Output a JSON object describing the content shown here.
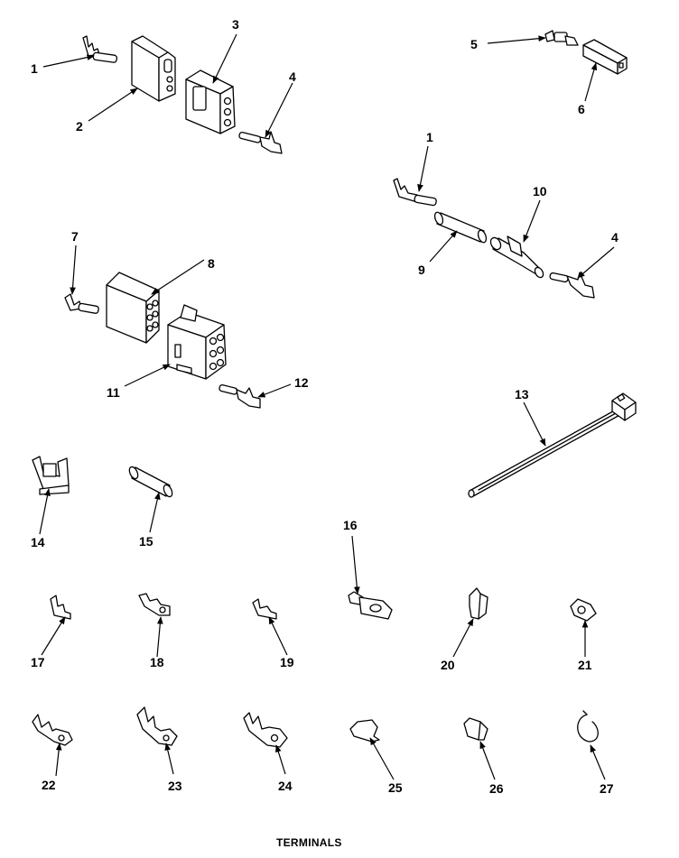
{
  "diagram": {
    "caption": "TERMINALS",
    "callouts": [
      "1",
      "2",
      "3",
      "4",
      "5",
      "6",
      "1",
      "10",
      "9",
      "4",
      "7",
      "8",
      "11",
      "12",
      "13",
      "14",
      "15",
      "16",
      "17",
      "18",
      "19",
      "20",
      "21",
      "22",
      "23",
      "24",
      "25",
      "26",
      "27"
    ]
  }
}
